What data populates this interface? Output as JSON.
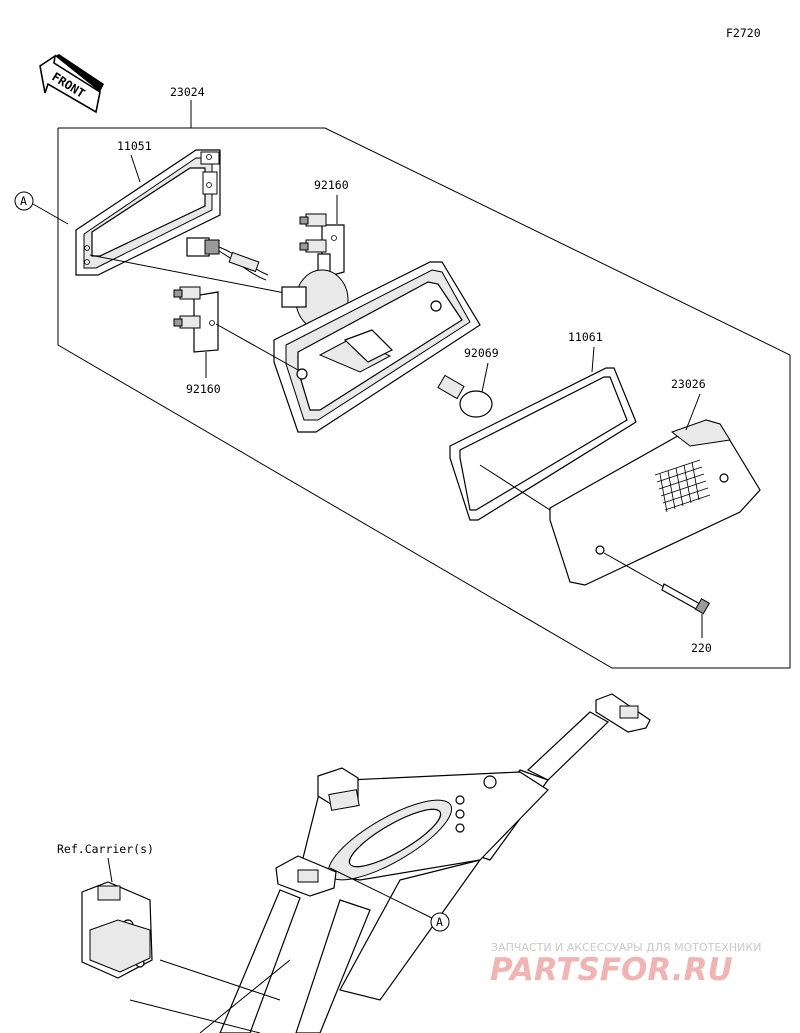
{
  "diagram": {
    "code": "F2720",
    "front_label": "FRONT",
    "callouts": {
      "assembly": "23024",
      "plate": "11051",
      "socket_top": "92160",
      "socket_bottom": "92160",
      "bulb": "92069",
      "gasket": "11061",
      "lens": "23026",
      "screw": "220",
      "ref": "Ref.Carrier(s)",
      "marker_left": "A",
      "marker_bottom": "A"
    }
  },
  "watermark": {
    "line1": "ЗАПЧАСТИ И АКСЕССУАРЫ ДЛЯ МОТОТЕХНИКИ",
    "line2": "PARTSFOR.RU"
  }
}
